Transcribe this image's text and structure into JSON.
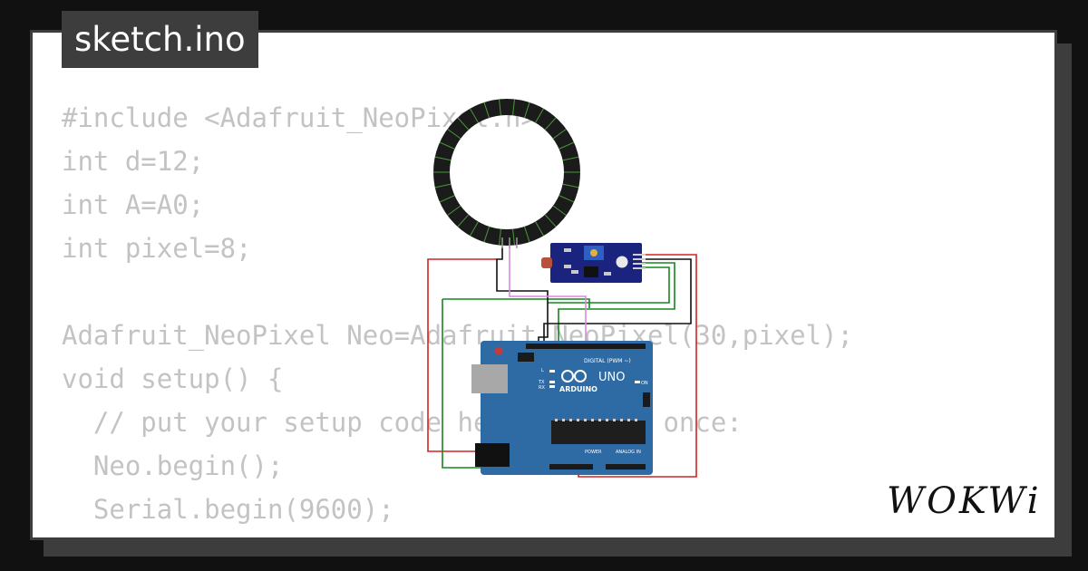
{
  "file_tab": {
    "label": "sketch.ino"
  },
  "code_lines": [
    "#include <Adafruit_NeoPixel.h>",
    "int d=12;",
    "int A=A0;",
    "int pixel=8;",
    "",
    "Adafruit_NeoPixel Neo=Adafruit_NeoPixel(30,pixel);",
    "void setup() {",
    "  // put your setup code here, to run once:",
    "  Neo.begin();",
    "  Serial.begin(9600);"
  ],
  "board": {
    "brand": "ARDUINO",
    "model": "UNO",
    "digital_label": "DIGITAL (PWM ~)",
    "power_label": "POWER",
    "analog_label": "ANALOG IN",
    "on_label": "ON",
    "l_label": "L",
    "tx_label": "TX",
    "rx_label": "RX"
  },
  "logo": {
    "text": "WOKWi"
  },
  "wire_colors": {
    "red": "#d42222",
    "green": "#16851f",
    "black": "#111111",
    "pink": "#d98ad8"
  },
  "component_colors": {
    "board": "#2e6aa3",
    "sensor": "#1a237e",
    "ring": "#1b1b1b",
    "ring_led": "#4a9a3a"
  },
  "icons": {
    "ring": "neopixel-ring-icon",
    "board": "arduino-uno-icon",
    "sensor": "ldr-sensor-module-icon",
    "logo": "wokwi-logo"
  }
}
